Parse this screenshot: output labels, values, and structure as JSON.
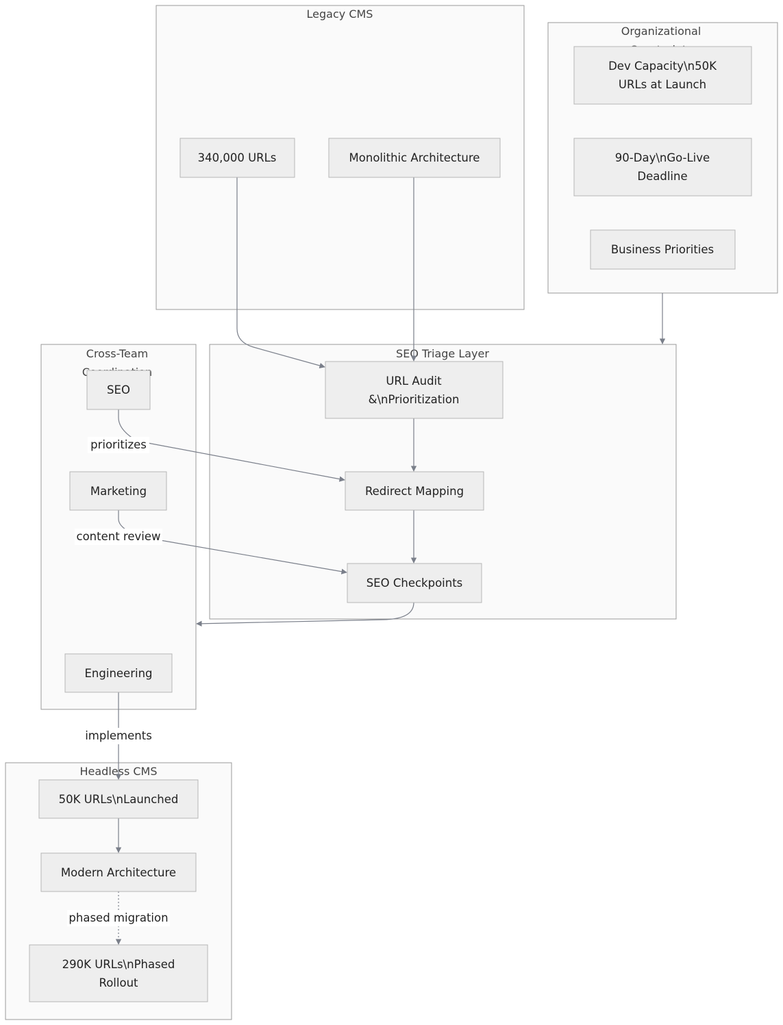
{
  "clusters": {
    "legacy": {
      "title": "Legacy CMS"
    },
    "org": {
      "title_line1": "Organizational",
      "title_line2": "Constraints"
    },
    "coord": {
      "title_line1": "Cross-Team",
      "title_line2": "Coordination"
    },
    "triage": {
      "title": "SEO Triage Layer"
    },
    "headless": {
      "title": "Headless CMS"
    }
  },
  "nodes": {
    "urls340": {
      "label": "340,000 URLs"
    },
    "monolith": {
      "label": "Monolithic Architecture"
    },
    "devcap": {
      "line1": "Dev Capacity\\n50K",
      "line2": "URLs at Launch"
    },
    "deadline": {
      "line1": "90-Day\\nGo-Live",
      "line2": "Deadline"
    },
    "priorities": {
      "label": "Business Priorities"
    },
    "audit": {
      "line1": "URL Audit",
      "line2": "&\\nPrioritization"
    },
    "redirect": {
      "label": "Redirect Mapping"
    },
    "checkpoints": {
      "label": "SEO Checkpoints"
    },
    "seo": {
      "label": "SEO"
    },
    "marketing": {
      "label": "Marketing"
    },
    "engineering": {
      "label": "Engineering"
    },
    "launched": {
      "label": "50K URLs\\nLaunched"
    },
    "modern": {
      "label": "Modern Architecture"
    },
    "phased": {
      "line1": "290K URLs\\nPhased",
      "line2": "Rollout"
    }
  },
  "edges": {
    "prioritizes": "prioritizes",
    "content_review": "content review",
    "implements": "implements",
    "phased_migration": "phased migration"
  },
  "colors": {
    "cluster_fill": "#fafafa",
    "cluster_stroke": "#9a9a9a",
    "node_fill": "#eeeeee",
    "node_stroke": "#b5b5b5",
    "edge": "#7a7f8a"
  }
}
